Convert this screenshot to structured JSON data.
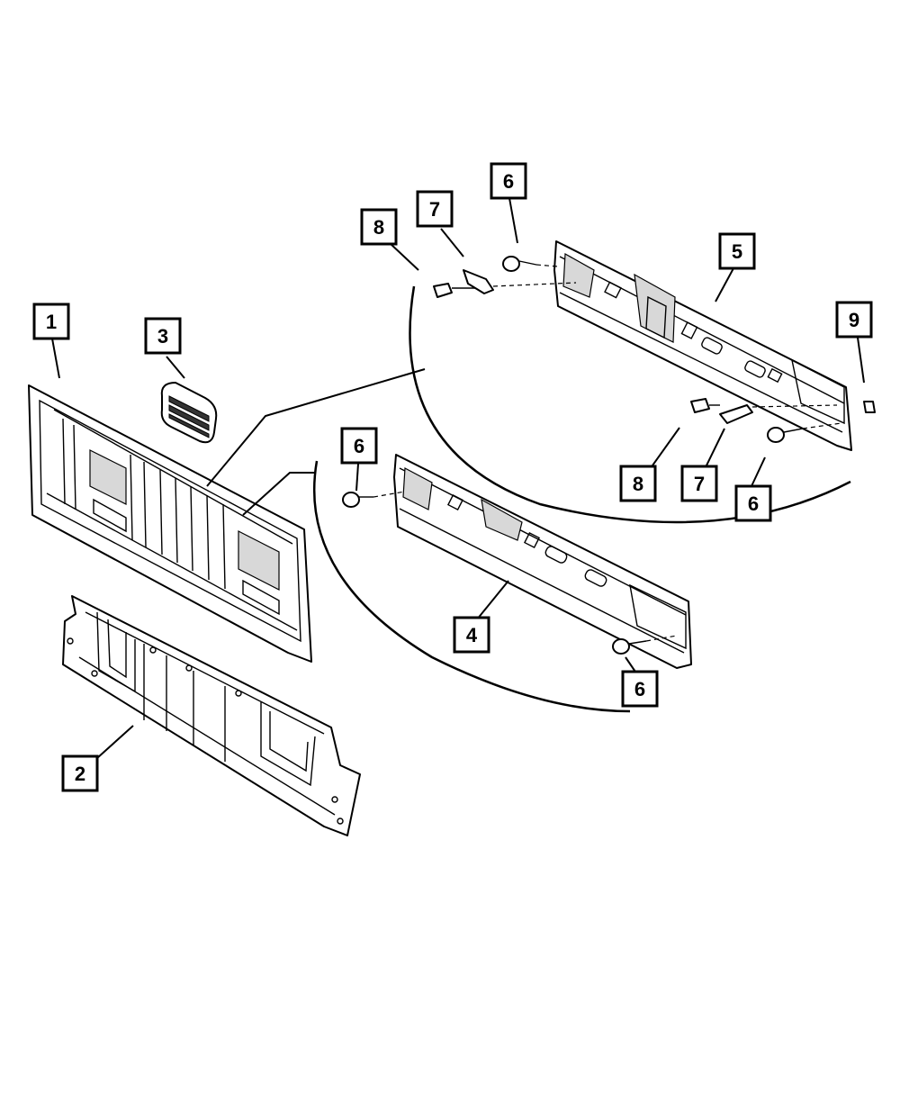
{
  "diagram": {
    "callouts": [
      {
        "id": "c1",
        "label": "1"
      },
      {
        "id": "c2",
        "label": "2"
      },
      {
        "id": "c3",
        "label": "3"
      },
      {
        "id": "c4",
        "label": "4"
      },
      {
        "id": "c5",
        "label": "5"
      },
      {
        "id": "c6a",
        "label": "6"
      },
      {
        "id": "c6b",
        "label": "6"
      },
      {
        "id": "c6c",
        "label": "6"
      },
      {
        "id": "c6d",
        "label": "6"
      },
      {
        "id": "c7a",
        "label": "7"
      },
      {
        "id": "c7b",
        "label": "7"
      },
      {
        "id": "c8a",
        "label": "8"
      },
      {
        "id": "c8b",
        "label": "8"
      },
      {
        "id": "c9",
        "label": "9"
      }
    ],
    "colors": {
      "line": "#000000",
      "background": "#ffffff",
      "shade": "#d8d8d8"
    }
  }
}
